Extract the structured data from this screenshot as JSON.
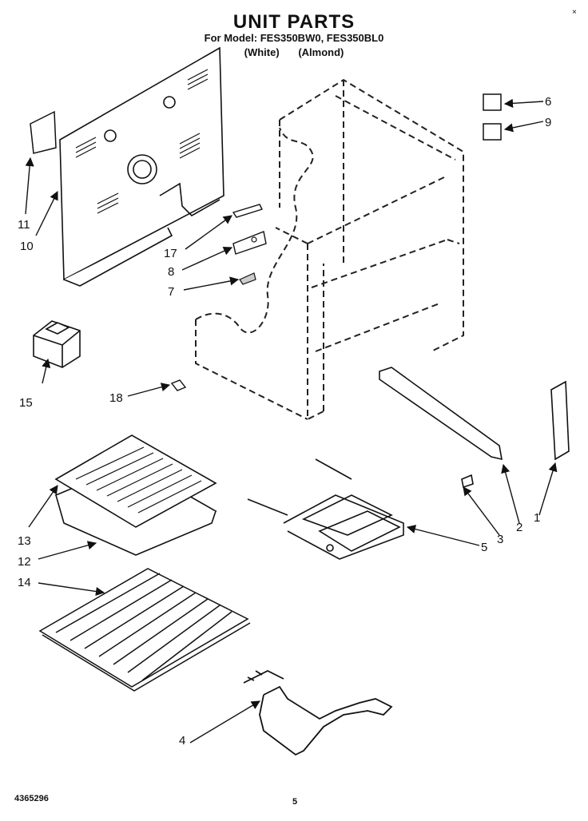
{
  "header": {
    "title": "UNIT PARTS",
    "model_line": "For Model: FES350BW0, FES350BL0",
    "color_white": "(White)",
    "color_almond": "(Almond)"
  },
  "callouts": {
    "c1": "1",
    "c2": "2",
    "c3": "3",
    "c4": "4",
    "c5": "5",
    "c6": "6",
    "c7": "7",
    "c8": "8",
    "c9": "9",
    "c10": "10",
    "c11": "11",
    "c12": "12",
    "c13": "13",
    "c14": "14",
    "c15": "15",
    "c17": "17",
    "c18": "18"
  },
  "footer": {
    "doc_number": "4365296",
    "page_number": "5",
    "corner_mark": "×"
  }
}
